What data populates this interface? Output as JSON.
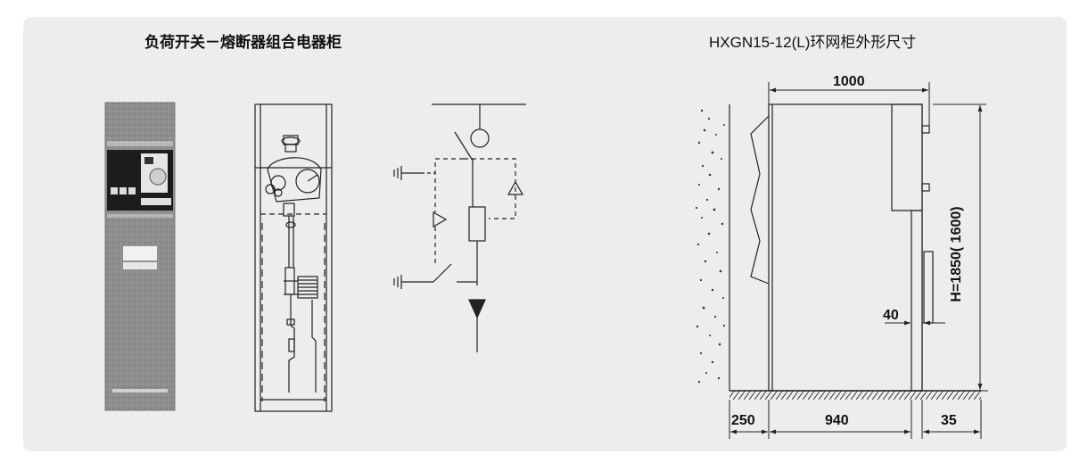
{
  "left_title": "负荷开关－熔断器组合电器柜",
  "right_title": "HXGN15-12(L)环网柜外形尺寸",
  "dimensions": {
    "width_top": "1000",
    "height": "H=1850( 1600)",
    "door_offset": "40",
    "bottom_left": "250",
    "bottom_middle": "940",
    "bottom_right": "35"
  },
  "colors": {
    "panel_bg": "#ededed",
    "line": "#222222",
    "cabinet_grey": "#8a8a8a"
  }
}
